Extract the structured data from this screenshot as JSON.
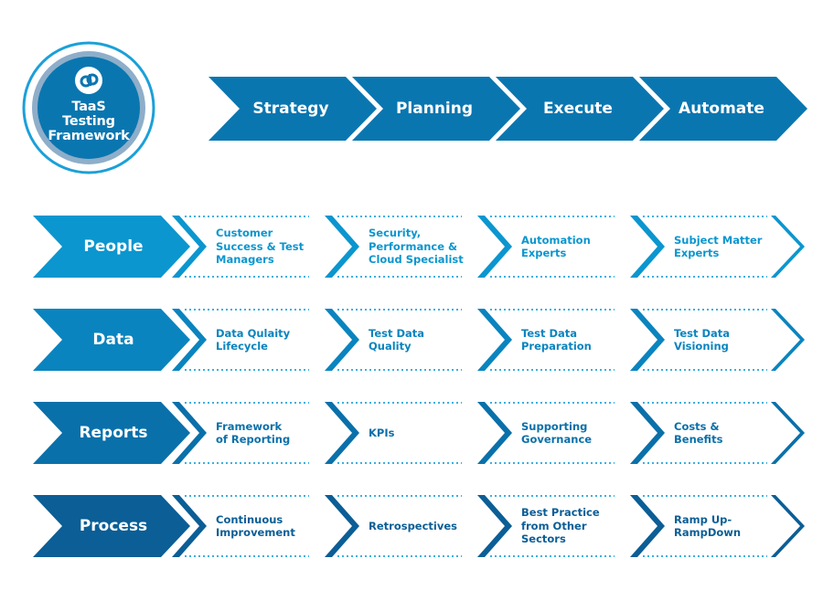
{
  "hub": {
    "logo_icon": "dp-logo-icon",
    "title_lines": [
      "TaaS",
      "Testing",
      "Framework"
    ]
  },
  "stages": [
    {
      "label": "Strategy"
    },
    {
      "label": "Planning"
    },
    {
      "label": "Execute"
    },
    {
      "label": "Automate"
    }
  ],
  "rows": [
    {
      "label": "People",
      "color": "#0b96cf",
      "items": [
        "Customer Success & Test Managers",
        "Security, Performance & Cloud Specialist",
        "Automation Experts",
        "Subject Matter Experts"
      ]
    },
    {
      "label": "Data",
      "color": "#0a84bf",
      "items": [
        "Data Qulaity Lifecycle",
        "Test Data Quality",
        "Test Data Preparation",
        "Test Data Visioning"
      ]
    },
    {
      "label": "Reports",
      "color": "#0a70aa",
      "items": [
        "Framework of Reporting",
        "KPIs",
        "Supporting Governance",
        "Costs & Benefits"
      ]
    },
    {
      "label": "Process",
      "color": "#0b5e96",
      "items": [
        "Continuous Improvement",
        "Retrospectives",
        "Best Practice from Other Sectors",
        "Ramp Up-RampDown"
      ]
    }
  ],
  "cell_lines": [
    [
      [
        "Customer",
        "Success & Test",
        "Managers"
      ],
      [
        "Security,",
        "Performance &",
        "Cloud Specialist"
      ],
      [
        "Automation",
        "Experts"
      ],
      [
        "Subject Matter",
        "Experts"
      ]
    ],
    [
      [
        "Data Qulaity",
        "Lifecycle"
      ],
      [
        "Test Data",
        "Quality"
      ],
      [
        "Test Data",
        "Preparation"
      ],
      [
        "Test Data",
        "Visioning"
      ]
    ],
    [
      [
        "Framework",
        "of Reporting"
      ],
      [
        "KPIs"
      ],
      [
        "Supporting",
        "Governance"
      ],
      [
        "Costs &",
        "Benefits"
      ]
    ],
    [
      [
        "Continuous",
        "Improvement"
      ],
      [
        "Retrospectives"
      ],
      [
        "Best Practice",
        "from Other",
        "Sectors"
      ],
      [
        "Ramp Up-",
        "RampDown"
      ]
    ]
  ],
  "colors": {
    "stage": "#0a76b0",
    "hub_fill": "#0a76b0",
    "hub_outer_ring": "#1ba0d8",
    "hub_inner_ring": "#8eaec9",
    "dots": "#3bb0e0"
  }
}
